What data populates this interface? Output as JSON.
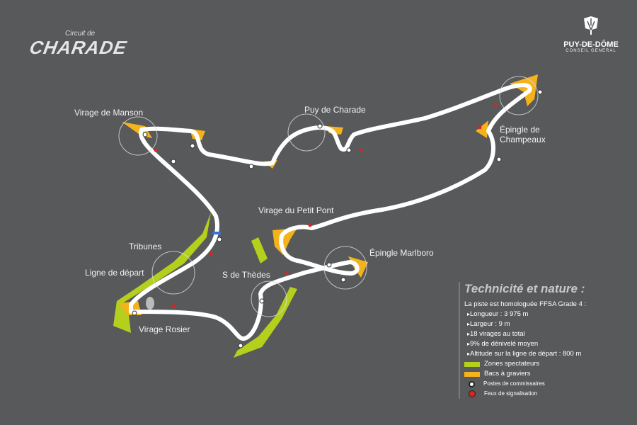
{
  "logos": {
    "circuit": {
      "small": "Circuit de",
      "big": "CHARADE"
    },
    "department": {
      "name": "PUY-DE-DÔME",
      "subtitle": "CONSEIL GENERAL"
    }
  },
  "corners": {
    "manson": "Virage de Manson",
    "puy_charade": "Puy de Charade",
    "champeaux": "Épingle de Champeaux",
    "petit_pont": "Virage du Petit Pont",
    "marlboro": "Épingle Marlboro",
    "tribunes": "Tribunes",
    "depart": "Ligne de départ",
    "thedes": "S de Thèdes",
    "rosier": "Virage Rosier"
  },
  "legend": {
    "title": "Technicité et nature :",
    "intro": "La piste est homologuée FFSA Grade 4 :",
    "items": [
      "Longueur : 3 975 m",
      "Largeur :  9 m",
      "18 virages au total",
      "9% de dénivelé moyen",
      "Altitude sur la ligne de départ : 800 m"
    ],
    "keys": [
      {
        "label": "Zones spectateurs",
        "color": "#b5cf1d"
      },
      {
        "label": "Bacs à graviers",
        "color": "#f4b21b"
      },
      {
        "label": "Postes de commissaires",
        "color": "#ffffff"
      },
      {
        "label": "Feux de signalisation",
        "color": "#d9261c"
      }
    ]
  },
  "colors": {
    "background": "#58595b",
    "track": "#ffffff",
    "spectator": "#b5cf1d",
    "gravel": "#f4b21b"
  }
}
